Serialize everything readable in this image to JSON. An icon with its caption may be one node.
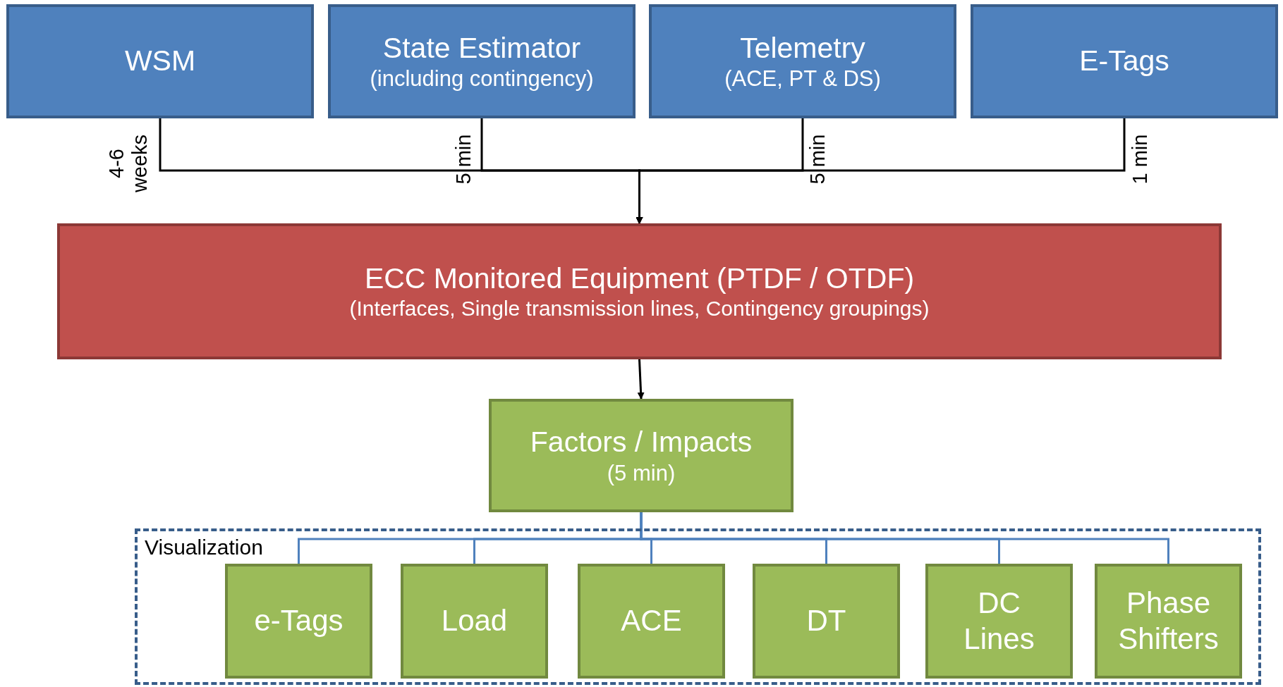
{
  "diagram": {
    "nodes": [
      {
        "text": [
          "WSM"
        ],
        "beside": [
          "4-6 weeks"
        ]
      },
      {
        "text": [
          "State Estimator",
          "(including contingency)"
        ],
        "beside": [
          "5 min"
        ]
      },
      {
        "text": [
          "Telemetry",
          "(ACE, PT & DS)"
        ],
        "beside": [
          "5 min"
        ]
      },
      {
        "text": [
          "E-Tags"
        ],
        "beside": [
          "1 min"
        ]
      },
      {
        "text": [
          "ECC Monitored Equipment (PTDF / OTDF)",
          "(Interfaces, Single transmission lines, Contingency groupings)"
        ]
      },
      {
        "text": [
          "Factors / Impacts",
          "(5 min)"
        ]
      },
      {
        "text": [
          "Visualization"
        ]
      },
      {
        "text": [
          "e-Tags"
        ],
        "in": 6
      },
      {
        "text": [
          "Load"
        ],
        "in": 6
      },
      {
        "text": [
          "ACE"
        ],
        "in": 6
      },
      {
        "text": [
          "DT"
        ],
        "in": 6
      },
      {
        "text": [
          "DC Lines"
        ],
        "in": 6
      },
      {
        "text": [
          "Phase Shifters"
        ],
        "in": 6
      }
    ],
    "edges": [
      {
        "from": 0,
        "to": 4,
        "arrow": "to",
        "color": "#000000"
      },
      {
        "from": 1,
        "to": 4,
        "arrow": "to",
        "color": "#000000"
      },
      {
        "from": 2,
        "to": 4,
        "arrow": "to",
        "color": "#000000"
      },
      {
        "from": 3,
        "to": 4,
        "arrow": "to",
        "color": "#000000"
      },
      {
        "from": 4,
        "to": 5,
        "arrow": "to",
        "color": "#000000"
      },
      {
        "from": 5,
        "to": 7,
        "arrow": "none",
        "color": "#4f81bd"
      },
      {
        "from": 5,
        "to": 8,
        "arrow": "none",
        "color": "#4f81bd"
      },
      {
        "from": 5,
        "to": 9,
        "arrow": "none",
        "color": "#4f81bd"
      },
      {
        "from": 5,
        "to": 10,
        "arrow": "none",
        "color": "#4f81bd"
      },
      {
        "from": 5,
        "to": 11,
        "arrow": "none",
        "color": "#4f81bd"
      },
      {
        "from": 5,
        "to": 12,
        "arrow": "none",
        "color": "#4f81bd"
      }
    ]
  }
}
